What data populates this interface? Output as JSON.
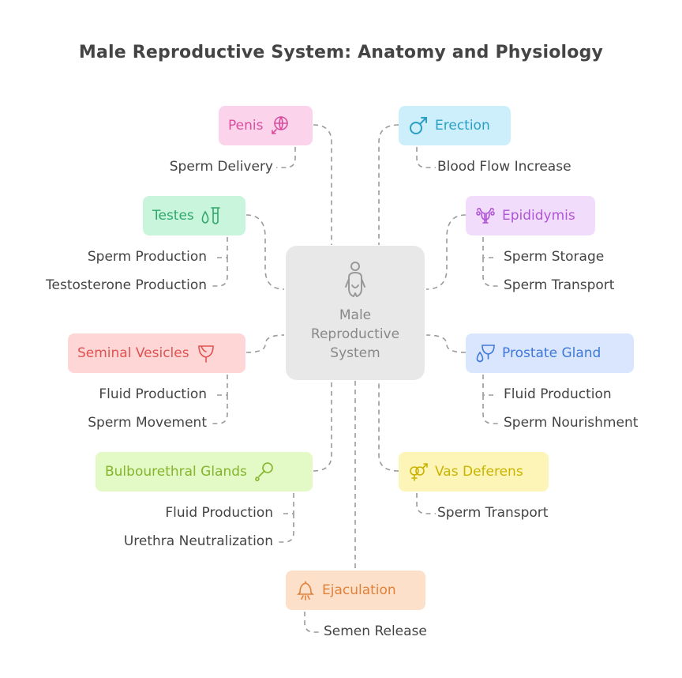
{
  "title": "Male Reproductive System: Anatomy and Physiology",
  "center": {
    "label": "Male\nReproductive\nSystem",
    "icon": "person-icon"
  },
  "nodes": {
    "penis": {
      "label": "Penis",
      "icon": "globe-icon",
      "color": "#d94fa0",
      "bg": "#fbd3ea",
      "items": [
        "Sperm Delivery"
      ]
    },
    "testes": {
      "label": "Testes",
      "icon": "test-tube-drop-icon",
      "color": "#2fa86a",
      "bg": "#c9f5dc",
      "items": [
        "Sperm Production",
        "Testosterone Production"
      ]
    },
    "seminal_vesicles": {
      "label": "Seminal Vesicles",
      "icon": "cup-icon",
      "color": "#e05252",
      "bg": "#ffd6d6",
      "items": [
        "Fluid Production",
        "Sperm Movement"
      ]
    },
    "bulbourethral": {
      "label": "Bulbourethral Glands",
      "icon": "pipette-icon",
      "color": "#84b52a",
      "bg": "#e3f9c6",
      "items": [
        "Fluid Production",
        "Urethra Neutralization"
      ]
    },
    "erection": {
      "label": "Erection",
      "icon": "male-symbol-icon",
      "color": "#2a9ec4",
      "bg": "#cdeffb",
      "items": [
        "Blood Flow Increase"
      ]
    },
    "epididymis": {
      "label": "Epididymis",
      "icon": "uterus-icon",
      "color": "#b055d6",
      "bg": "#f1dcfc",
      "items": [
        "Sperm Storage",
        "Sperm Transport"
      ]
    },
    "prostate": {
      "label": "Prostate Gland",
      "icon": "cup-drop-icon",
      "color": "#3f78d9",
      "bg": "#d9e6fd",
      "items": [
        "Fluid Production",
        "Sperm Nourishment"
      ]
    },
    "vas_deferens": {
      "label": "Vas Deferens",
      "icon": "gender-symbol-icon",
      "color": "#c9b300",
      "bg": "#fdf5b8",
      "items": [
        "Sperm Transport"
      ]
    },
    "ejaculation": {
      "label": "Ejaculation",
      "icon": "bell-icon",
      "color": "#e0813a",
      "bg": "#fde0c9",
      "items": [
        "Semen Release"
      ]
    }
  }
}
